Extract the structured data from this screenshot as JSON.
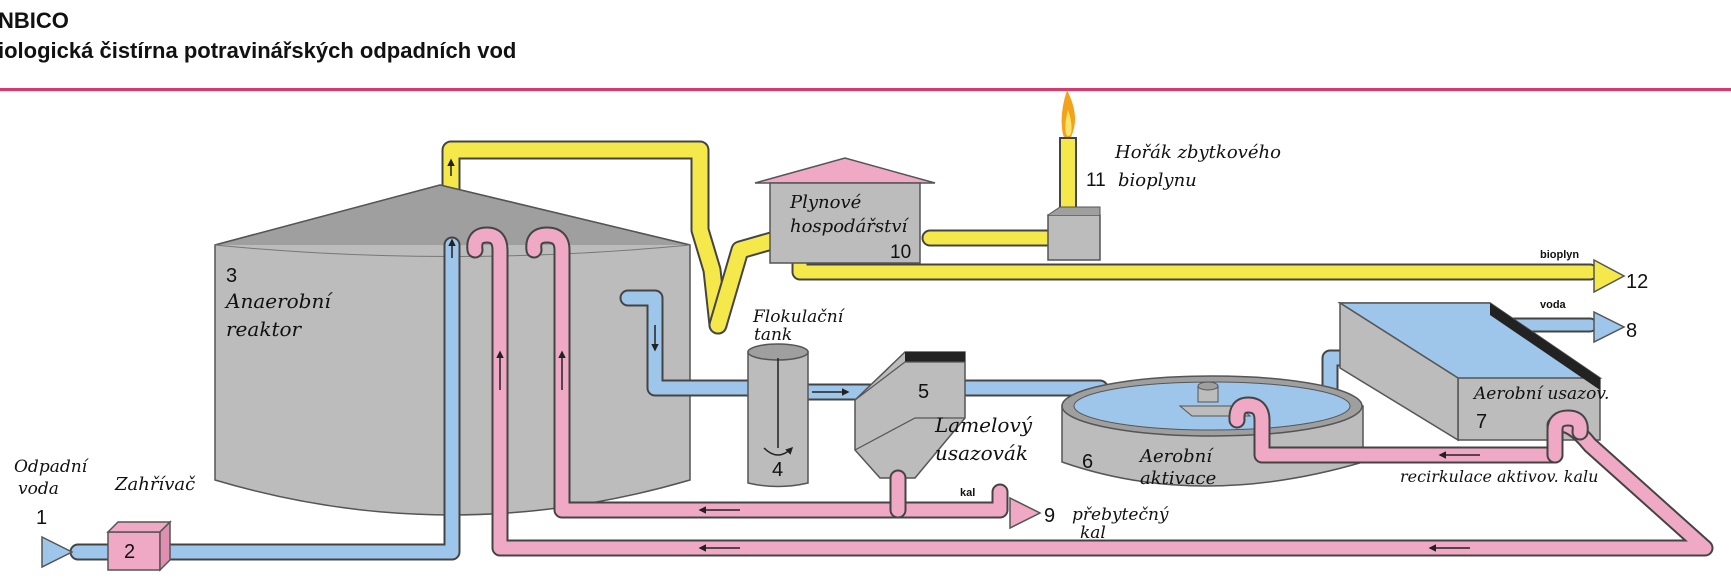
{
  "header": {
    "title": "NBICO",
    "subtitle": "iologická čistírna potravinářských odpadních vod"
  },
  "colors": {
    "accent_rule": "#d83a6e",
    "gas_pipe": "#f5e84a",
    "water_pipe": "#9ec6ea",
    "sludge_pipe": "#f0a9c4",
    "tank_gray": "#bcbcbc"
  },
  "labels": {
    "odpadni_voda_1": "Odpadní",
    "odpadni_voda_2": "voda",
    "n1": "1",
    "zahrivac": "Zahřívač",
    "n2": "2",
    "n3": "3",
    "anaerobni_1": "Anaerobní",
    "anaerobni_2": "reaktor",
    "flokulacni_1": "Flokulační",
    "flokulacni_2": "tank",
    "n4": "4",
    "n5": "5",
    "lamelovy_1": "Lamelový",
    "lamelovy_2": "usazovák",
    "n6": "6",
    "aerobni_akt_1": "Aerobní",
    "aerobni_akt_2": "aktivace",
    "n7": "7",
    "aerobni_usaz": "Aerobní usazov.",
    "plynove_1": "Plynové",
    "plynove_2": "hospodářství",
    "n10": "10",
    "horak_1": "Hořák zbytkového",
    "horak_2": "bioplynu",
    "n11": "11",
    "bioplyn": "bioplyn",
    "n12": "12",
    "voda": "voda",
    "n8": "8",
    "kal": "kal",
    "n9": "9",
    "prebytecny_1": "přebytečný",
    "prebytecny_2": "kal",
    "recirkulace": "recirkulace aktivov. kalu"
  }
}
